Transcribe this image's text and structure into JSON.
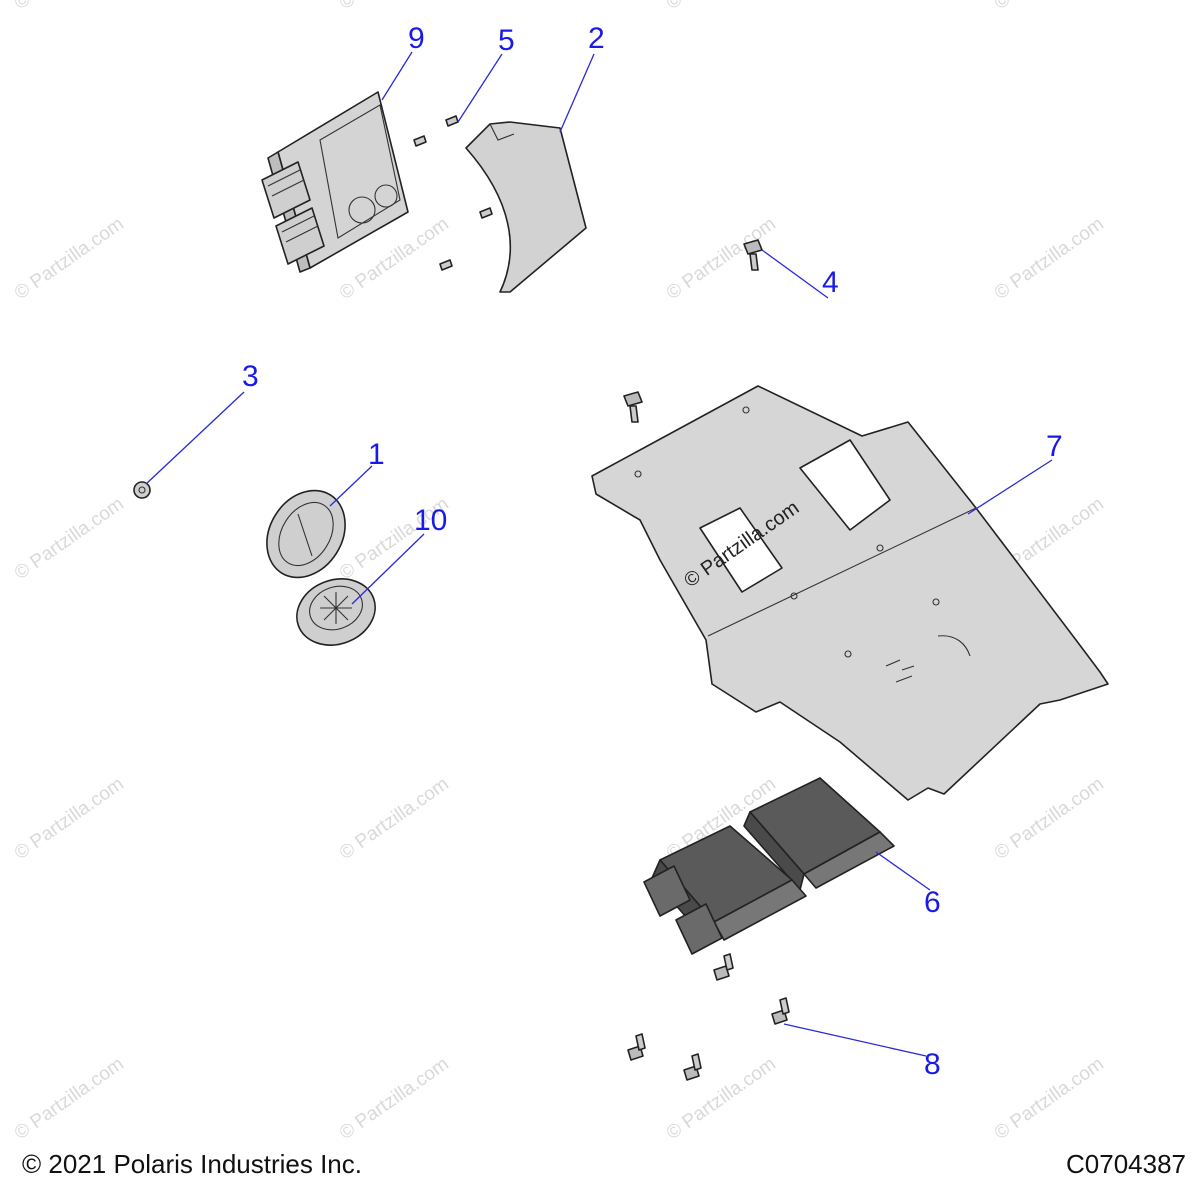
{
  "footer": {
    "copyright": "© 2021 Polaris Industries Inc.",
    "drawing_number": "C0704387"
  },
  "watermark": {
    "text": "© Partzilla.com",
    "center_text": "© Partzilla.com"
  },
  "callouts": [
    {
      "id": "1",
      "label": "1"
    },
    {
      "id": "2",
      "label": "2"
    },
    {
      "id": "3",
      "label": "3"
    },
    {
      "id": "4",
      "label": "4"
    },
    {
      "id": "5",
      "label": "5"
    },
    {
      "id": "6",
      "label": "6"
    },
    {
      "id": "7",
      "label": "7"
    },
    {
      "id": "8",
      "label": "8"
    },
    {
      "id": "9",
      "label": "9"
    },
    {
      "id": "10",
      "label": "10"
    }
  ],
  "colors": {
    "callout": "#1a1ae6",
    "part_fill": "#d6d6d6",
    "dark_fill": "#5a5a5a",
    "watermark": "#d9d9d9"
  }
}
